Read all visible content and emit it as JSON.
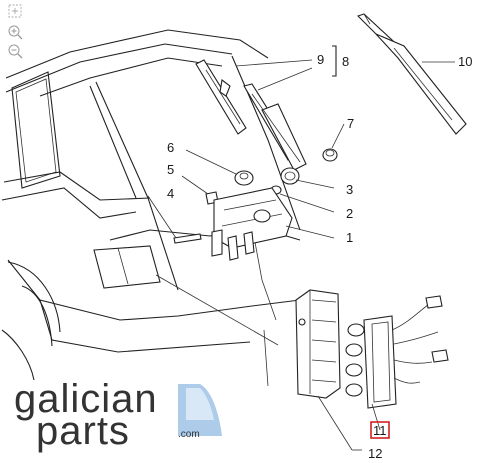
{
  "toolbar": {
    "fit_icon": "fit-to-screen-icon",
    "zoom_in_icon": "zoom-in-icon",
    "zoom_out_icon": "zoom-out-icon"
  },
  "callouts": {
    "c1": "1",
    "c2": "2",
    "c3": "3",
    "c4": "4",
    "c5": "5",
    "c6": "6",
    "c7": "7",
    "c8": "8",
    "c9": "9",
    "c10": "10",
    "c11": "11",
    "c12": "12"
  },
  "highlight": {
    "callout": "11",
    "color": "#d42020"
  },
  "logo": {
    "line1": "galician",
    "line2": "parts",
    "suffix": ".com",
    "accent_color": "#9ec3e6"
  }
}
